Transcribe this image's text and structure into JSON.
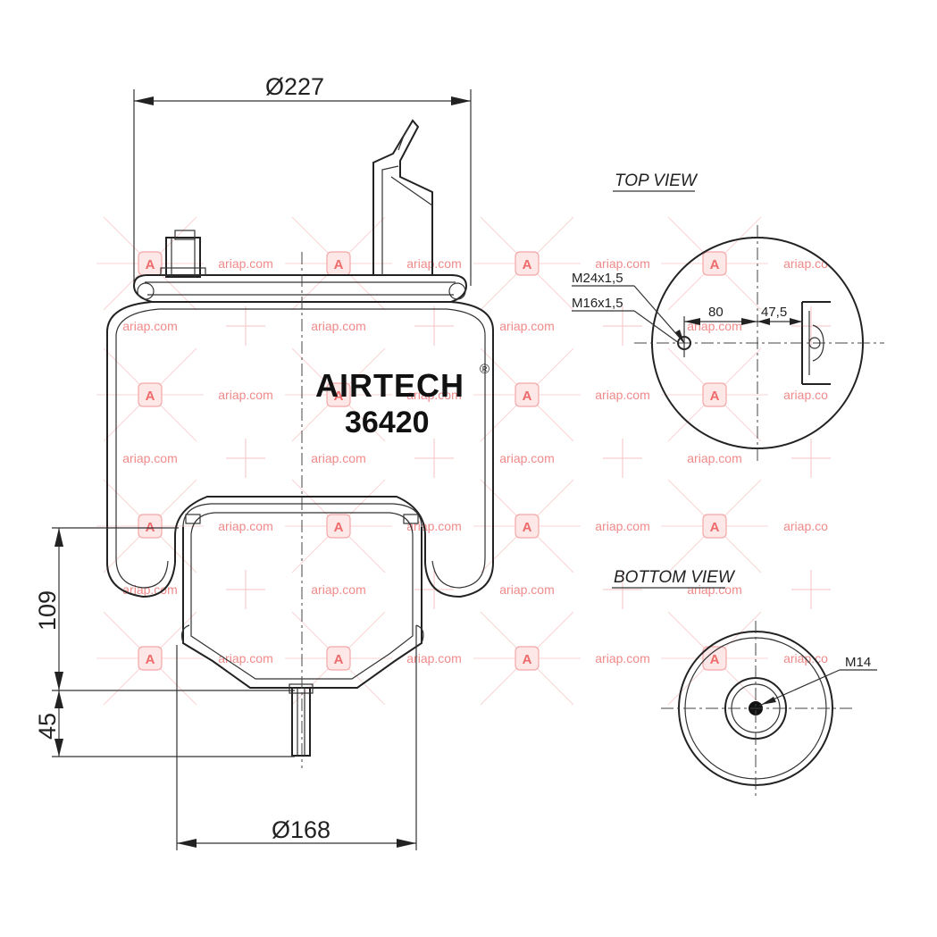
{
  "brand": "AIRTECH",
  "part_number": "36420",
  "views": {
    "top": "TOP VIEW",
    "bottom": "BOTTOM VIEW"
  },
  "dimensions": {
    "top_diameter": "Ø227",
    "bottom_diameter": "Ø168",
    "height_109": "109",
    "height_45": "45",
    "spacing_80": "80",
    "spacing_47_5": "47,5"
  },
  "threads": {
    "m24": "M24x1,5",
    "m16": "M16x1,5",
    "m14": "M14"
  },
  "watermark": {
    "text": "ariap.com",
    "text_clipped": "ariap.co",
    "logo_letter": "A",
    "color": "#f08a8a"
  }
}
